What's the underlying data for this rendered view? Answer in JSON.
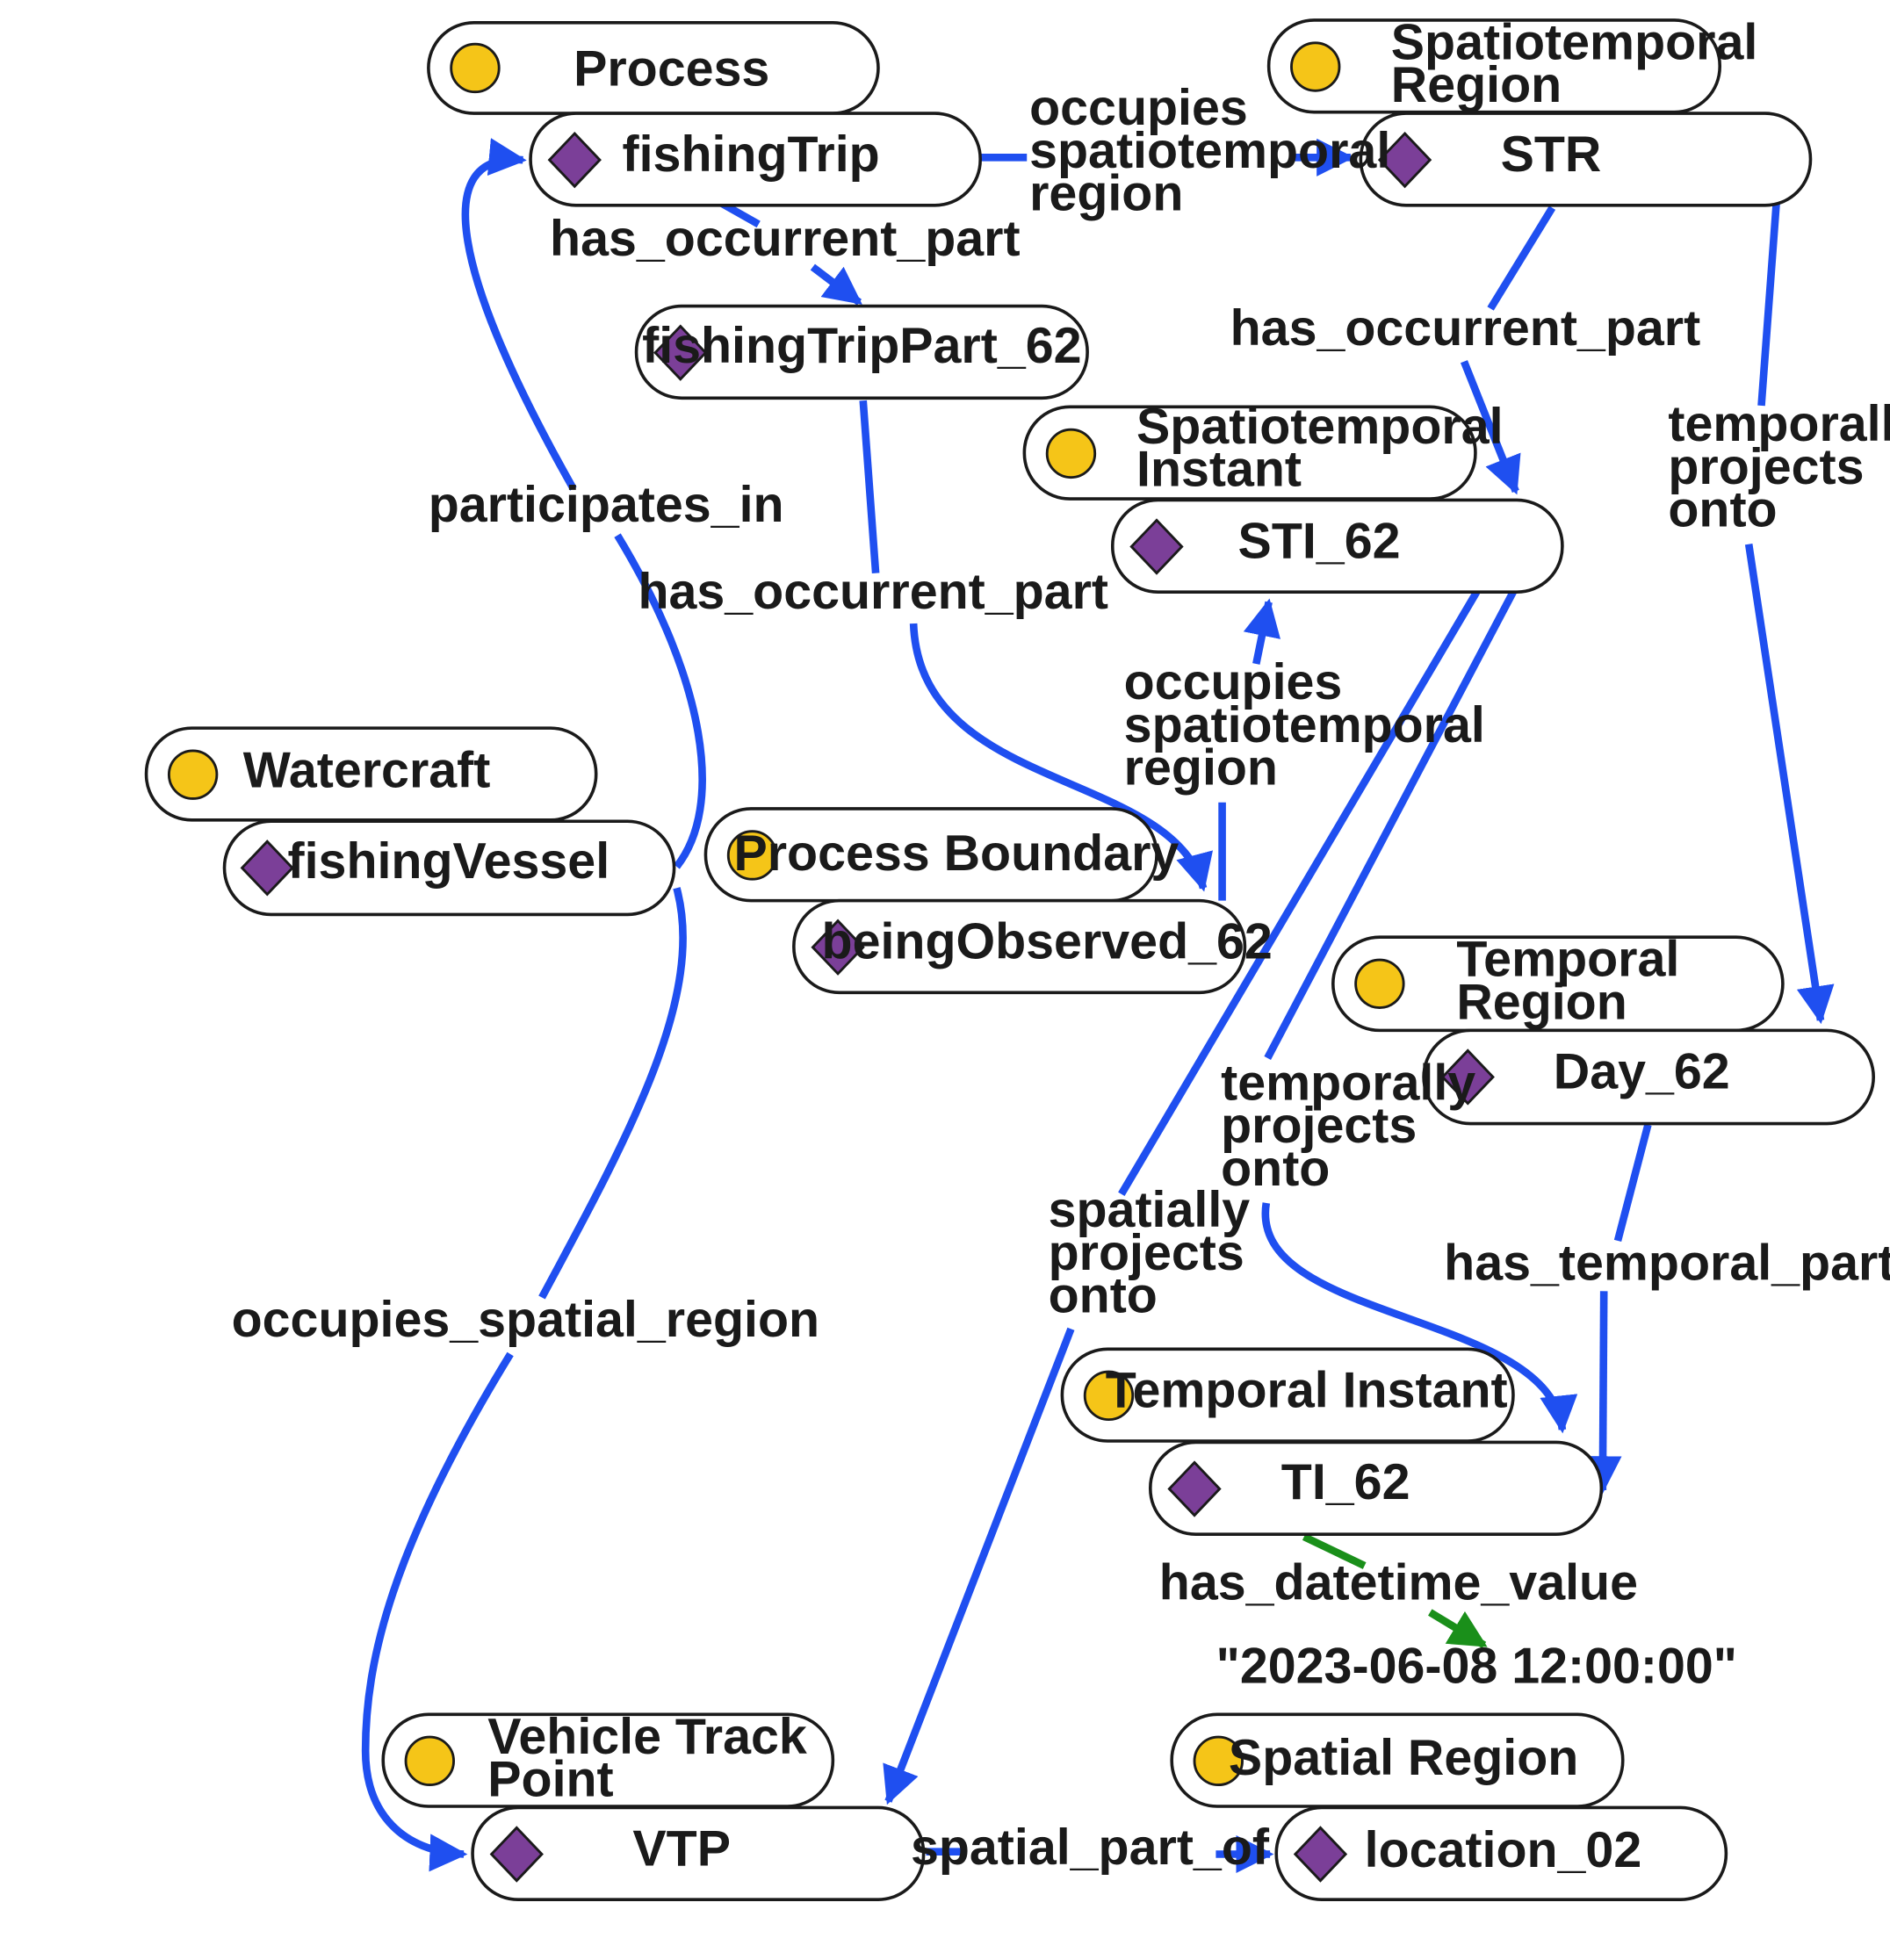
{
  "colors": {
    "edge": "#1f4ff0",
    "datatype_edge": "#1a8f1a",
    "class_icon": "#f5c518",
    "individual_icon": "#7b3f98",
    "pill_stroke": "#1a1a1a"
  },
  "icons": {
    "class": "yellow-circle-icon",
    "individual": "purple-diamond-icon"
  },
  "nodes": {
    "process_class": "Process",
    "fishing_trip": "fishingTrip",
    "str_class": [
      "Spatiotemporal",
      "Region"
    ],
    "str": "STR",
    "fishing_trip_part": "fishingTripPart_62",
    "sti_class": [
      "Spatiotemporal",
      "Instant"
    ],
    "sti": "STI_62",
    "watercraft_class": "Watercraft",
    "fishing_vessel": "fishingVessel",
    "process_boundary_class": "Process Boundary",
    "being_observed": "beingObserved_62",
    "temporal_region_class": [
      "Temporal",
      "Region"
    ],
    "day": "Day_62",
    "temporal_instant_class": "Temporal Instant",
    "ti": "TI_62",
    "vtp_class": [
      "Vehicle Track",
      "Point"
    ],
    "vtp": "VTP",
    "spatial_region_class": "Spatial Region",
    "location": "location_02",
    "datetime_literal": "\"2023-06-08 12:00:00\""
  },
  "edges": {
    "trip_occupies_str": [
      "occupies",
      "spatiotemporal",
      "region"
    ],
    "trip_has_part": "has_occurrent_part",
    "str_has_part": "has_occurrent_part",
    "str_temporally_projects": [
      "temporally",
      "projects",
      "onto"
    ],
    "participates_in": "participates_in",
    "part_has_part": "has_occurrent_part",
    "observed_occupies_sti": [
      "occupies",
      "spatiotemporal",
      "region"
    ],
    "sti_temporally_projects": [
      "temporally",
      "projects",
      "onto"
    ],
    "sti_spatially_projects": [
      "spatially",
      "projects",
      "onto"
    ],
    "day_has_temporal_part": "has_temporal_part",
    "occupies_spatial_region": "occupies_spatial_region",
    "has_datetime_value": "has_datetime_value",
    "spatial_part_of": "spatial_part_of"
  }
}
